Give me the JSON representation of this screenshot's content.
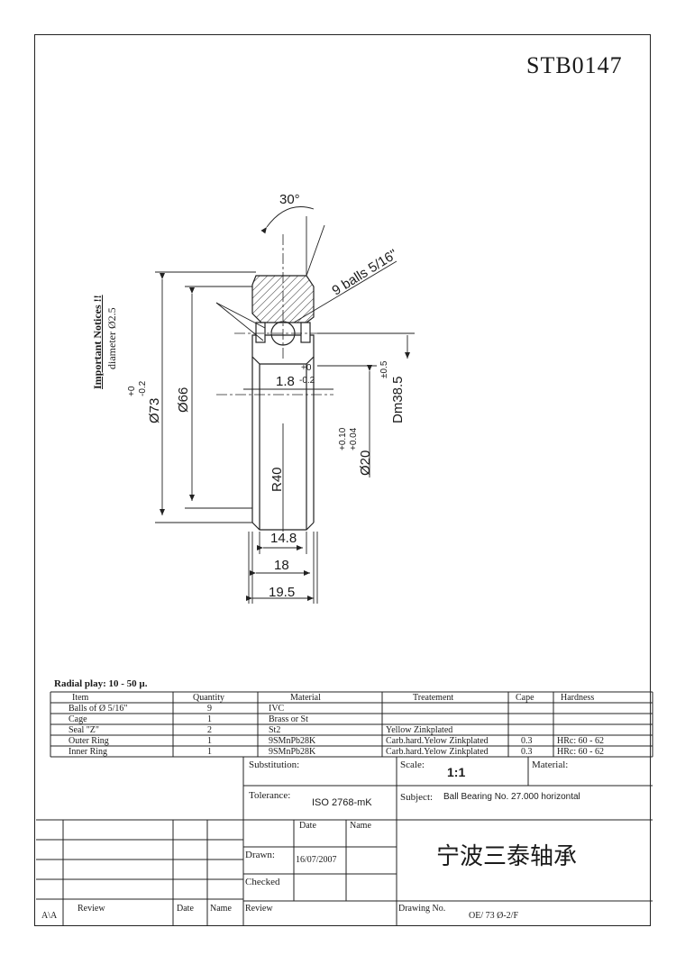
{
  "document_number": "STB0147",
  "drawing": {
    "angle": "30°",
    "balls_callout": "9 balls 5/16\"",
    "notice_title": "Important Notices !!",
    "notice_text": "diameter Ø2.5",
    "od_dim": "Ø73",
    "od_tol_upper": "+0",
    "od_tol_lower": "-0.2",
    "d66": "Ø66",
    "d18": "1.8",
    "d18_tol_upper": "+0",
    "d18_tol_lower": "-0.2",
    "dm": "Dm38.5",
    "dm_tol": "±0.5",
    "bore": "Ø20",
    "bore_tol_upper": "+0.10",
    "bore_tol_lower": "+0.04",
    "radius": "R40",
    "w148": "14.8",
    "w18": "18",
    "w195": "19.5"
  },
  "bom": {
    "radial_play": "Radial play: 10 - 50 µ.",
    "headers": [
      "Item",
      "Quantity",
      "Material",
      "Treatement",
      "Cape",
      "Hardness"
    ],
    "rows": [
      [
        "Balls of Ø 5/16\"",
        "9",
        "IVC",
        "",
        "",
        ""
      ],
      [
        "Cage",
        "1",
        "Brass or St",
        "",
        "",
        ""
      ],
      [
        "Seal \"Z\"",
        "2",
        "St2",
        "Yellow Zinkplated",
        "",
        ""
      ],
      [
        "Outer Ring",
        "1",
        "9SMnPb28K",
        "Carb.hard.Yelow Zinkplated",
        "0.3",
        "HRc: 60 - 62"
      ],
      [
        "Inner Ring",
        "1",
        "9SMnPb28K",
        "Carb.hard.Yelow Zinkplated",
        "0.3",
        "HRc: 60 - 62"
      ]
    ]
  },
  "title_block": {
    "substitution_label": "Substitution:",
    "scale_label": "Scale:",
    "scale_value": "1:1",
    "material_label": "Material:",
    "tolerance_label": "Tolerance:",
    "tolerance_value": "ISO 2768-mK",
    "subject_label": "Subject:",
    "subject_value": "Ball Bearing No. 27.000 horizontal",
    "date_label": "Date",
    "name_label": "Name",
    "drawn_label": "Drawn:",
    "drawn_date": "16/07/2007",
    "checked_label": "Checked",
    "company": "宁波三泰轴承",
    "rev_mark": "A\\A",
    "review_label": "Review",
    "rev_date_label": "Date",
    "rev_name_label": "Name",
    "review2_label": "Review",
    "drawing_no_label": "Drawing  No.",
    "drawing_no_value": "OE/ 73 Ø-2/F"
  }
}
